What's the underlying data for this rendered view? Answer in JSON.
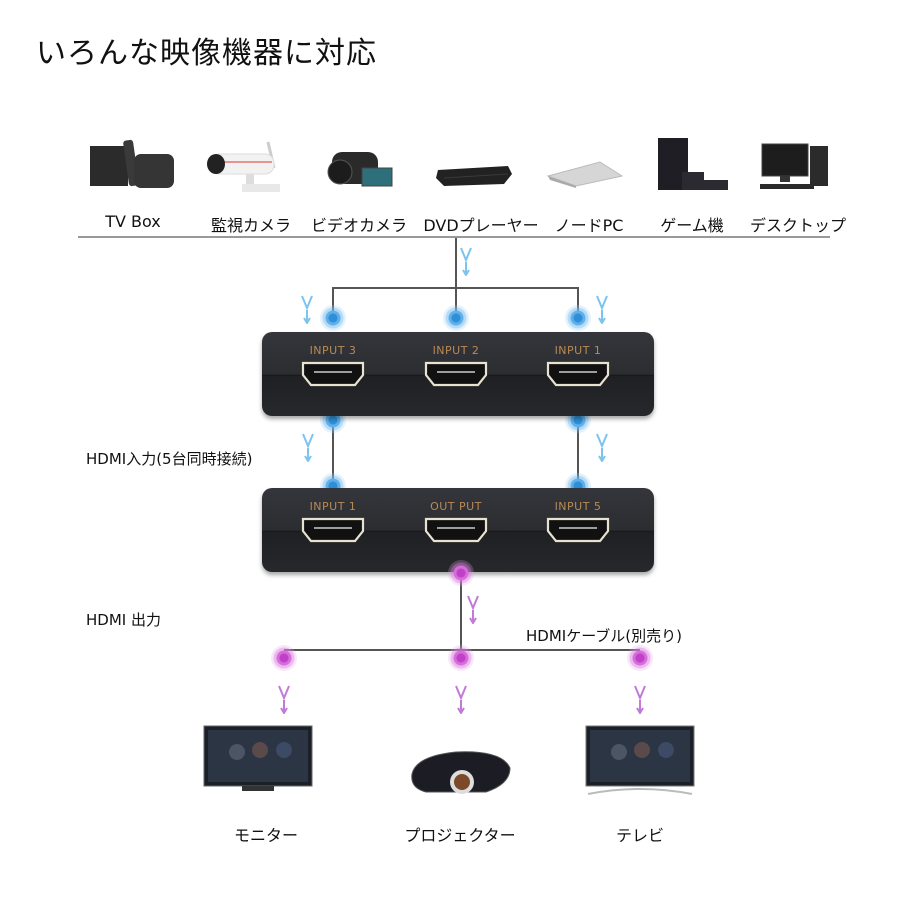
{
  "title": "いろんな映像機器に対応",
  "sources": [
    {
      "label": "TV Box",
      "icon": "tv-box-icon"
    },
    {
      "label": "監視カメラ",
      "icon": "security-camera-icon"
    },
    {
      "label": "ビデオカメラ",
      "icon": "video-camera-icon"
    },
    {
      "label": "DVDプレーヤー",
      "icon": "dvd-player-icon"
    },
    {
      "label": "ノードPC",
      "icon": "laptop-icon"
    },
    {
      "label": "ゲーム機",
      "icon": "game-console-icon"
    },
    {
      "label": "デスクトップ",
      "icon": "desktop-pc-icon"
    }
  ],
  "switch_top": {
    "ports": [
      "INPUT  3",
      "INPUT  2",
      "INPUT  1"
    ]
  },
  "switch_bottom": {
    "ports": [
      "INPUT  1",
      "OUT PUT",
      "INPUT  5"
    ]
  },
  "labels": {
    "hdmi_input": "HDMI入力(5台同時接続)",
    "hdmi_output": "HDMI 出力",
    "hdmi_cable": "HDMIケーブル(別売り)"
  },
  "outputs": [
    {
      "label": "モニター",
      "icon": "monitor-icon"
    },
    {
      "label": "プロジェクター",
      "icon": "projector-icon"
    },
    {
      "label": "テレビ",
      "icon": "tv-icon"
    }
  ],
  "colors": {
    "input_accent": "#2e8fd8",
    "output_accent": "#c040c8",
    "port_label": "#b98a55"
  }
}
